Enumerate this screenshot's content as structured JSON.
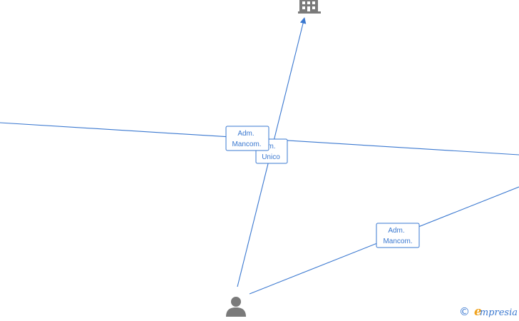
{
  "relations": [
    {
      "id": "rel-1",
      "lines": [
        "Adm.",
        "Mancom."
      ]
    },
    {
      "id": "rel-2",
      "lines": [
        "Adm.",
        "Unico"
      ],
      "visible_lines": [
        "m.",
        "Unico"
      ]
    },
    {
      "id": "rel-3",
      "lines": [
        "Adm.",
        "Mancom."
      ]
    }
  ],
  "nodes": [
    {
      "id": "company",
      "icon": "building-icon"
    },
    {
      "id": "person",
      "icon": "person-icon"
    }
  ],
  "watermark": {
    "copyright": "©",
    "brand_first": "e",
    "brand_rest": "mpresia"
  },
  "colors": {
    "edge": "#3a78d0",
    "icon": "#7a7a7a",
    "brand_accent": "#f0a21c"
  }
}
